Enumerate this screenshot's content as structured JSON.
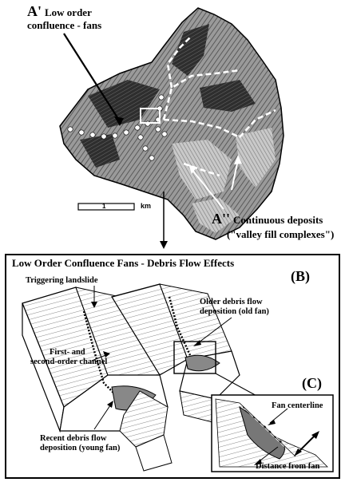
{
  "map": {
    "label_a1_letter": "A'",
    "label_a1_text_1": "Low order",
    "label_a1_text_2": "confluence - fans",
    "label_a2_letter": "A''",
    "label_a2_text_1": "Continuous deposits",
    "label_a2_text_2": "(\"valley fill complexes\")",
    "scale_value": "1",
    "scale_unit": "km"
  },
  "panel": {
    "title": "Low Order Confluence Fans - Debris Flow Effects",
    "label_b": "(B)",
    "label_c": "(C)",
    "triggering": "Triggering landslide",
    "older_1": "Older debris flow",
    "older_2": "deposition (old fan)",
    "channel_1": "First- and",
    "channel_2": "second-order channel",
    "recent_1": "Recent debris flow",
    "recent_2": "deposition (young fan)",
    "fan_centerline": "Fan centerline",
    "distance": "Distance from fan"
  }
}
